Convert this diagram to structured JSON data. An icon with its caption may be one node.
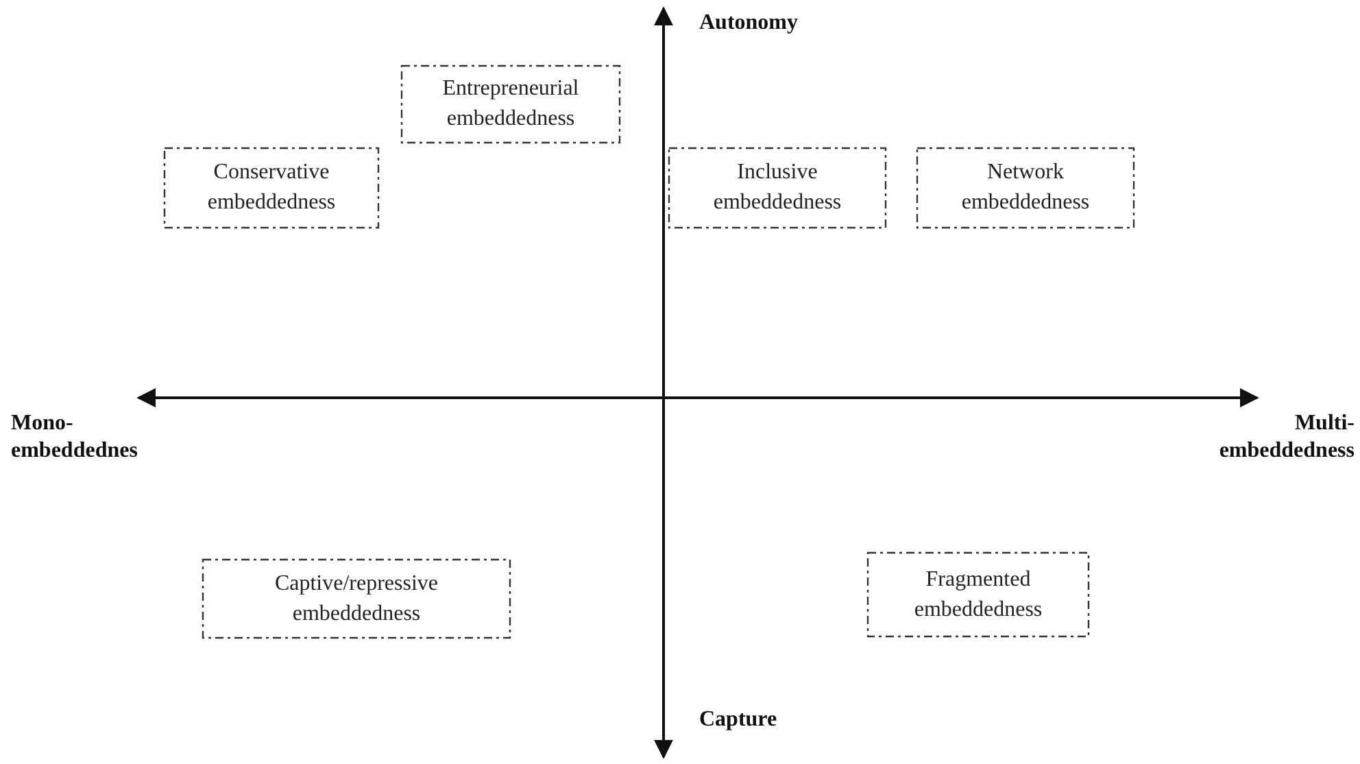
{
  "diagram": {
    "nodes": [
      {
        "text": [
          "Entrepreneurial embeddedness"
        ]
      },
      {
        "text": [
          "Conservative embeddedness"
        ]
      },
      {
        "text": [
          "Inclusive embeddedness"
        ]
      },
      {
        "text": [
          "Network embeddedness"
        ]
      },
      {
        "text": [
          "Captive/repressive embeddedness"
        ]
      },
      {
        "text": [
          "Fragmented embeddedness"
        ]
      }
    ],
    "labels": [
      "Autonomy",
      "Mono- embeddednes",
      "Multi- embeddedness",
      "Capture"
    ]
  }
}
